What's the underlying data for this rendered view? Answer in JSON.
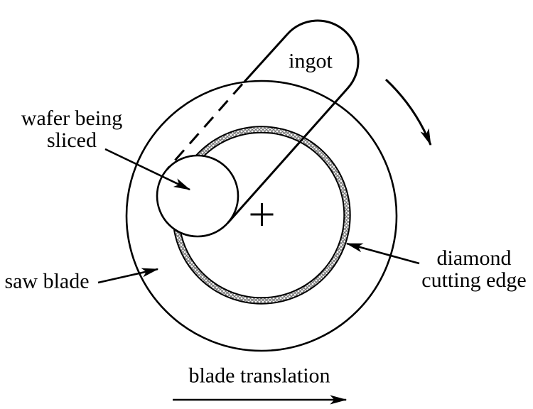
{
  "colors": {
    "ink": "#000000",
    "background": "#ffffff"
  },
  "labels": {
    "ingot": "ingot",
    "wafer": {
      "line1": "wafer being",
      "line2": "sliced"
    },
    "saw_blade": "saw blade",
    "diamond": {
      "line1": "diamond",
      "line2": "cutting edge"
    },
    "blade_translation": "blade translation"
  }
}
